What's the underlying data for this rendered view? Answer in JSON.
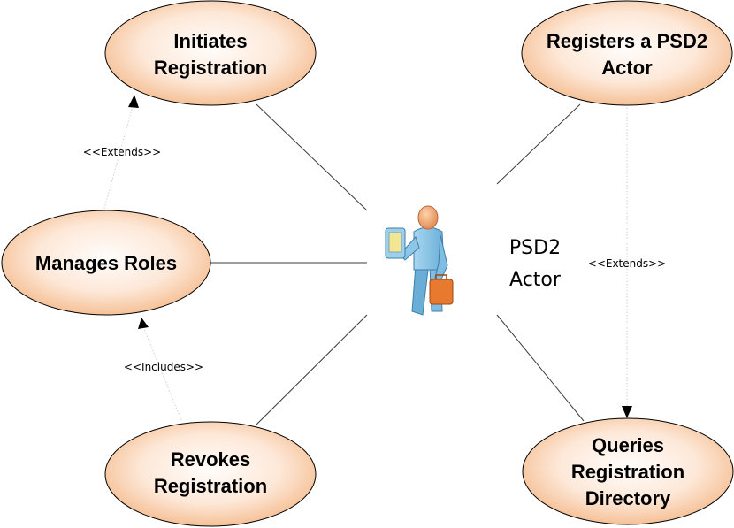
{
  "colors": {
    "ellipse_center": "#fffdfb",
    "ellipse_edge": "#f4b888",
    "ellipse_stroke": "#000000",
    "association_line": "#3a3a3a",
    "dependency_line": "#cfcfcf",
    "actor_body": "#8ec6e8",
    "actor_skin": "#f0a870",
    "briefcase": "#e87a30"
  },
  "actor": {
    "label_line1": "PSD2",
    "label_line2": "Actor",
    "icon": "businessman-icon"
  },
  "use_cases": {
    "initiates": {
      "line1": "Initiates",
      "line2": "Registration"
    },
    "registers": {
      "line1": "Registers a PSD2",
      "line2": "Actor"
    },
    "manages": {
      "line1": "Manages Roles"
    },
    "revokes": {
      "line1": "Revokes",
      "line2": "Registration"
    },
    "queries": {
      "line1": "Queries",
      "line2": "Registration",
      "line3": "Directory"
    }
  },
  "relations": {
    "extends_left": "<<Extends>>",
    "includes": "<<Includes>>",
    "extends_right": "<<Extends>>"
  }
}
